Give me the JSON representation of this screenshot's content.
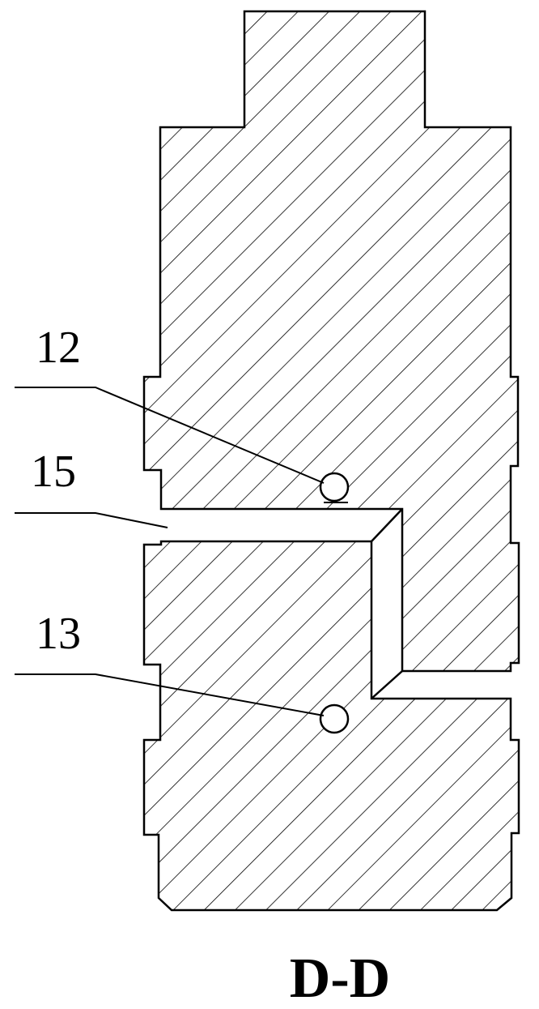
{
  "labels": {
    "part_12": "12",
    "part_15": "15",
    "part_13": "13",
    "section": "D-D"
  },
  "colors": {
    "stroke": "#000000",
    "hatch": "#000000",
    "background": "#ffffff"
  }
}
